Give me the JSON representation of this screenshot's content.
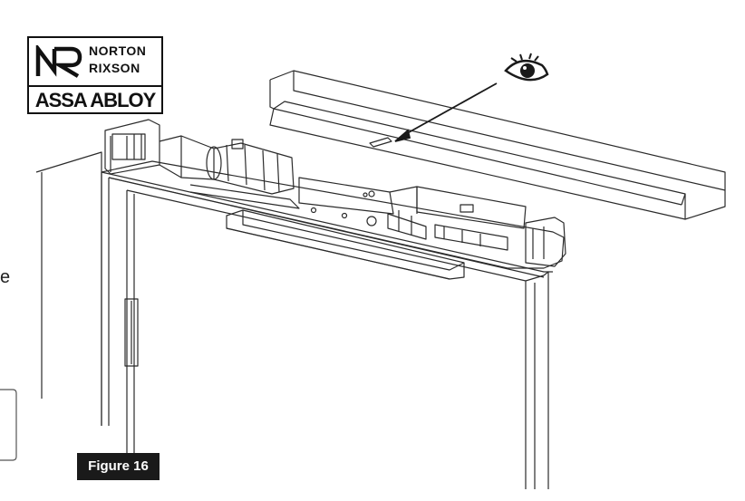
{
  "logo": {
    "brand_line_1": "NORTON",
    "brand_line_2": "RIXSON",
    "brand_line_3": "ASSA ABLOY"
  },
  "figure_label": "Figure 16",
  "side_text": "e",
  "icons": {
    "eye": "eye-icon",
    "arrow": "pointer-arrow"
  },
  "colors": {
    "line": "#2b2b2b",
    "label_bg": "#1a1a1a",
    "label_text": "#ffffff"
  }
}
